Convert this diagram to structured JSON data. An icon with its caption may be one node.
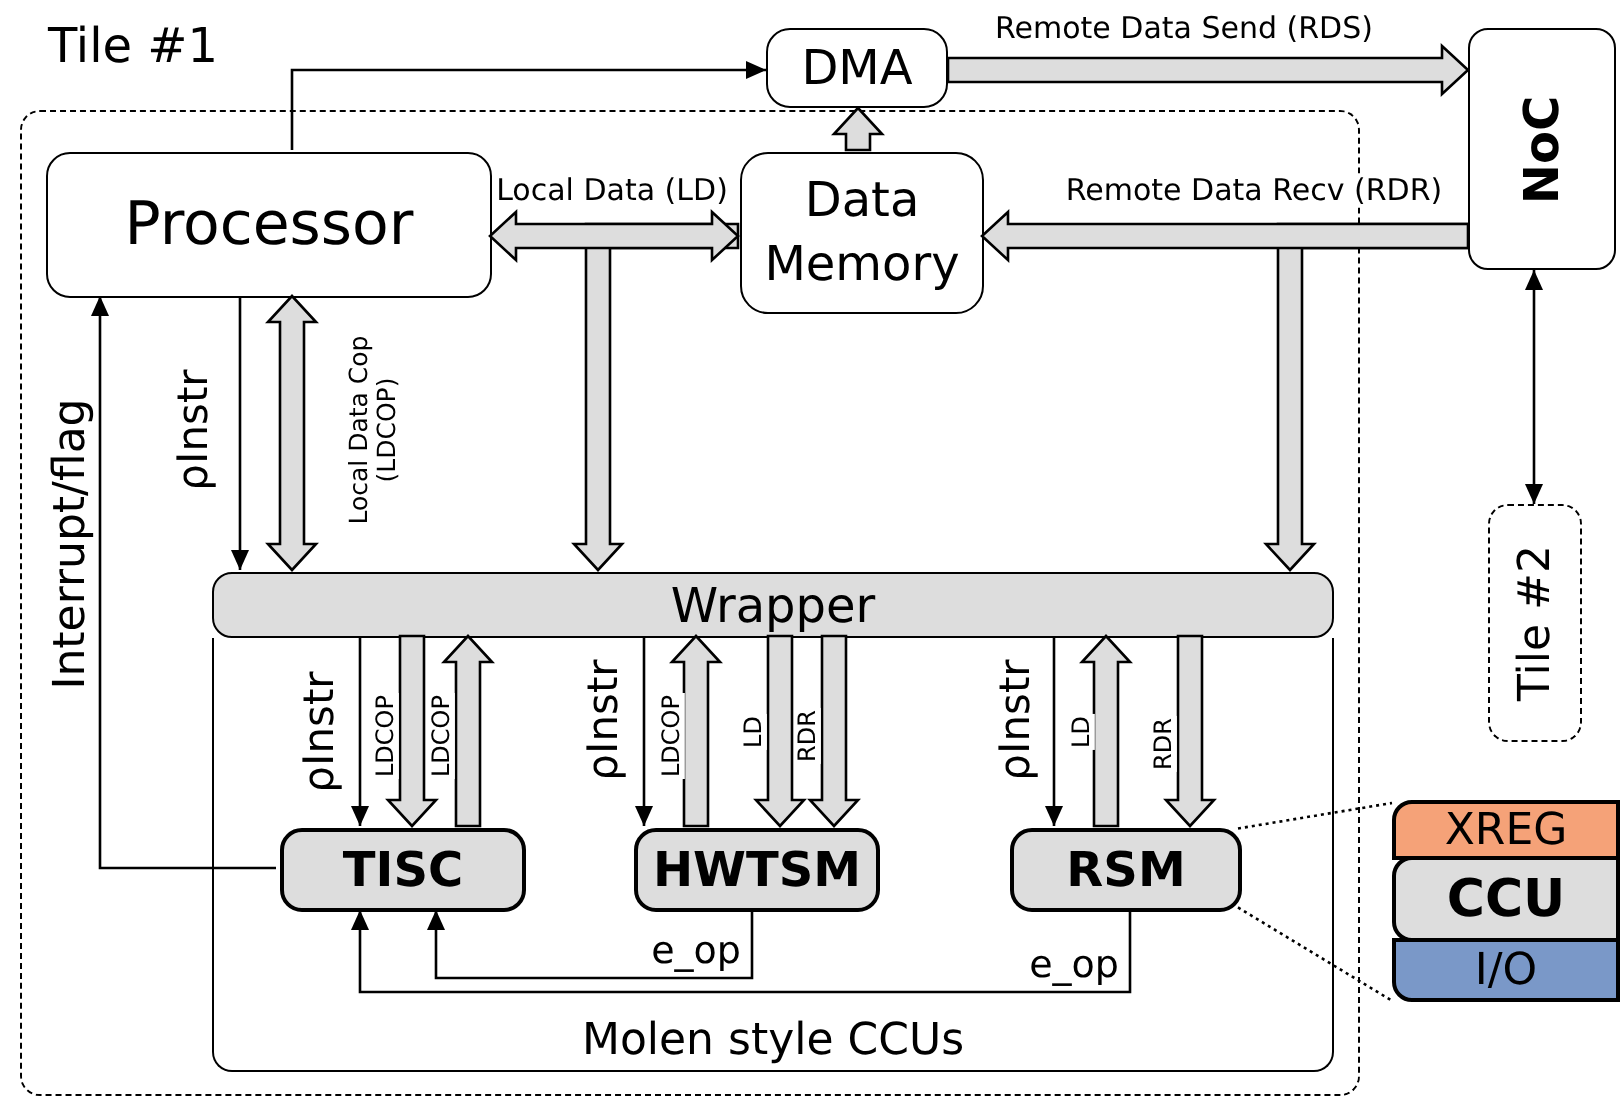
{
  "diagram": {
    "nodes": [
      {
        "text": [
          "Tile #1"
        ]
      },
      {
        "text": [
          "Processor"
        ],
        "in": 0
      },
      {
        "text": [
          "DMA"
        ]
      },
      {
        "text": [
          "Data Memory"
        ],
        "in": 0
      },
      {
        "text": [
          "NoC"
        ]
      },
      {
        "text": [
          "Molen style CCUs"
        ],
        "in": 0
      },
      {
        "text": [
          "Wrapper"
        ],
        "in": 0
      },
      {
        "text": [
          "TISC"
        ],
        "in": 5
      },
      {
        "text": [
          "HWTSM"
        ],
        "in": 5
      },
      {
        "text": [
          "RSM"
        ],
        "in": 5
      },
      {
        "text": [
          "Tile #2"
        ]
      },
      {
        "text": [
          "XREG"
        ]
      },
      {
        "text": [
          "CCU"
        ]
      },
      {
        "text": [
          "I/O"
        ]
      }
    ],
    "edges": [
      {
        "from": 1,
        "to": 2,
        "arrow": "to"
      },
      {
        "from": 2,
        "to": 4,
        "arrow": "to",
        "label": "Remote Data Send (RDS)",
        "style": "thick"
      },
      {
        "from": 3,
        "to": 2,
        "arrow": "to",
        "style": "thick"
      },
      {
        "from": 1,
        "to": 3,
        "arrow": "both",
        "label": "Local Data (LD)",
        "style": "thick"
      },
      {
        "from": 4,
        "to": 3,
        "arrow": "to",
        "label": "Remote Data Recv (RDR)",
        "style": "thick"
      },
      {
        "from": 3,
        "to": 6,
        "arrow": "to",
        "style": "thick"
      },
      {
        "from": 4,
        "to": 6,
        "arrow": "to",
        "style": "thick"
      },
      {
        "from": 1,
        "to": 6,
        "arrow": "to",
        "label": "ρInstr"
      },
      {
        "from": 1,
        "to": 6,
        "arrow": "both",
        "label": "Local Data Cop (LDCOP)",
        "style": "thick"
      },
      {
        "from": 6,
        "to": 7,
        "arrow": "to",
        "label": "ρInstr"
      },
      {
        "from": 6,
        "to": 7,
        "arrow": "to",
        "label": "LDCOP",
        "style": "thick"
      },
      {
        "from": 7,
        "to": 6,
        "arrow": "to",
        "label": "LDCOP",
        "style": "thick"
      },
      {
        "from": 6,
        "to": 8,
        "arrow": "to",
        "label": "ρInstr"
      },
      {
        "from": 8,
        "to": 6,
        "arrow": "to",
        "label": "LDCOP",
        "style": "thick"
      },
      {
        "from": 6,
        "to": 8,
        "arrow": "to",
        "label": "LD",
        "style": "thick"
      },
      {
        "from": 6,
        "to": 8,
        "arrow": "to",
        "label": "RDR",
        "style": "thick"
      },
      {
        "from": 6,
        "to": 9,
        "arrow": "to",
        "label": "ρInstr"
      },
      {
        "from": 9,
        "to": 6,
        "arrow": "to",
        "label": "LD",
        "style": "thick"
      },
      {
        "from": 6,
        "to": 9,
        "arrow": "to",
        "label": "RDR",
        "style": "thick"
      },
      {
        "from": 7,
        "to": 1,
        "arrow": "to",
        "label": "Interrupt/flag"
      },
      {
        "from": 8,
        "to": 7,
        "arrow": "to",
        "label": "e_op"
      },
      {
        "from": 9,
        "to": 7,
        "arrow": "to",
        "label": "e_op"
      },
      {
        "from": 4,
        "to": 10,
        "arrow": "both"
      },
      {
        "from": 9,
        "to": 11,
        "arrow": "none",
        "style": "dashed"
      },
      {
        "from": 9,
        "to": 13,
        "arrow": "none",
        "style": "dashed"
      }
    ]
  }
}
